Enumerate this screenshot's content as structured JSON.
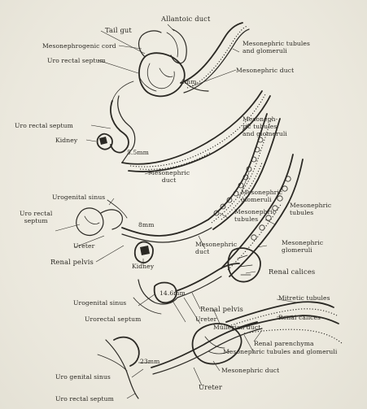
{
  "labels": {
    "allantoic_duct": "Allantoic duct",
    "tail_gut": "Tail gut",
    "mesonephrogenic_cord": "Mesonephrogenic cord",
    "urorectal_septum_1": "Uro rectal septum",
    "mesonephric_tubules_glomeruli_1": "Mesonephric tubules\nand glomeruli",
    "stage_4mm": "4mm",
    "mesonephric_duct_1": "Mesonephric duct",
    "urorectal_septum_2": "Uro rectal septum",
    "kidney_1": "Kidney",
    "mesonephric_tubules_glomeruli_2": "Mesoneph-\nric tubules\nand glomeruli",
    "stage_5_5mm": "5.5mm",
    "mesonephric_duct_2": "Mesonephric\nduct",
    "urogenital_sinus_1": "Urogenital sinus",
    "urorectal_septum_3": "Uro rectal\nseptum",
    "stage_8mm": "8mm",
    "mesonephric_glomeruli": "Mesonephric\nglomeruli",
    "mesonephric_tubules_a": "Mesonephric\ntubules",
    "mesonephric_tubules_b": "Mesonephric\ntubules",
    "ureter_1": "Ureter",
    "mesonephric_duct_3": "Mesonephric\nduct",
    "renal_pelvis_1": "Renal pelvis",
    "kidney_2": "Kidney",
    "mesonephric_glomeruli_2": "Mesonephric\nglomeruli",
    "renal_calices_1": "Renal calices",
    "urogenital_sinus_2": "Urogenital sinus",
    "stage_14_6mm": "14.6mm",
    "renal_pelvis_2": "Renal pelvis",
    "urorectal_septum_4": "Urorectal septum",
    "ureter_2": "Ureter",
    "mullerian_duct": "Müllerian duct",
    "mitretic_tubules": "Mitretic tubules",
    "renal_calices_2": "Renal calices",
    "stage_23mm": "23mm",
    "renal_parenchyma": "Renal parenchyma",
    "mesonephric_tubules_and_glomeruli_3": "Mesonephric tubules and glomeruli",
    "urogenital_sinus_3": "Uro genital sinus",
    "mesonephric_duct_4": "Mesonephric duct",
    "ureter_3": "Ureter",
    "urorectal_septum_5": "Uro rectal septum"
  }
}
